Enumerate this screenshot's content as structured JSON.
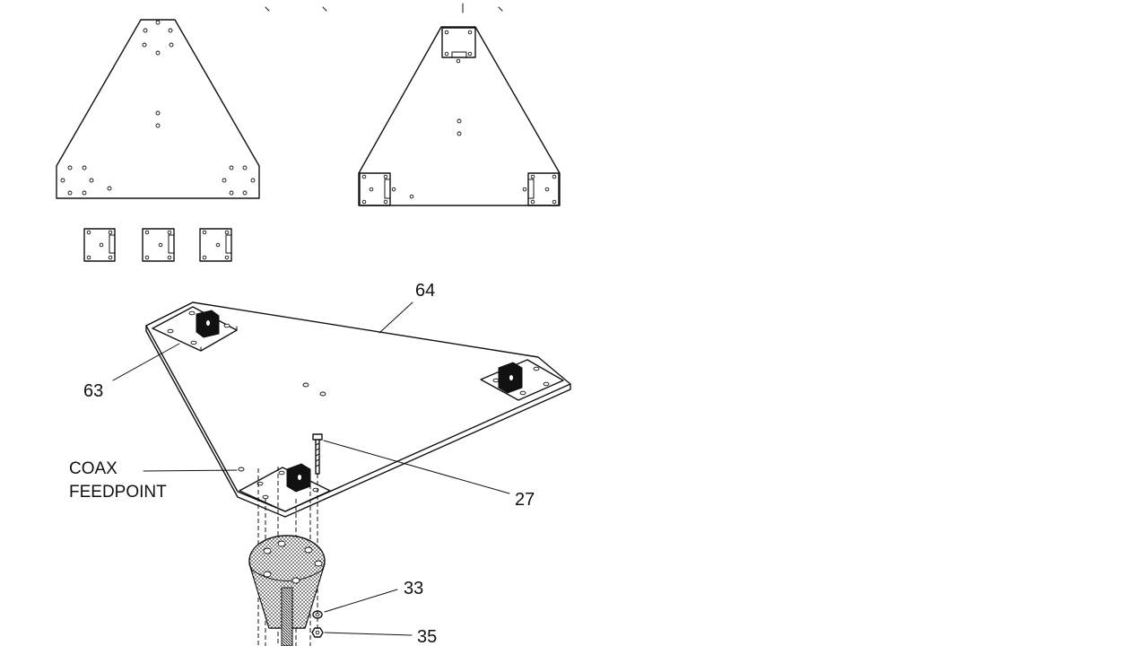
{
  "callouts": {
    "part_64": "64",
    "part_63": "63",
    "part_27": "27",
    "part_33": "33",
    "part_35": "35"
  },
  "notes": {
    "coax_line1": "COAX",
    "coax_line2": "FEEDPOINT"
  }
}
